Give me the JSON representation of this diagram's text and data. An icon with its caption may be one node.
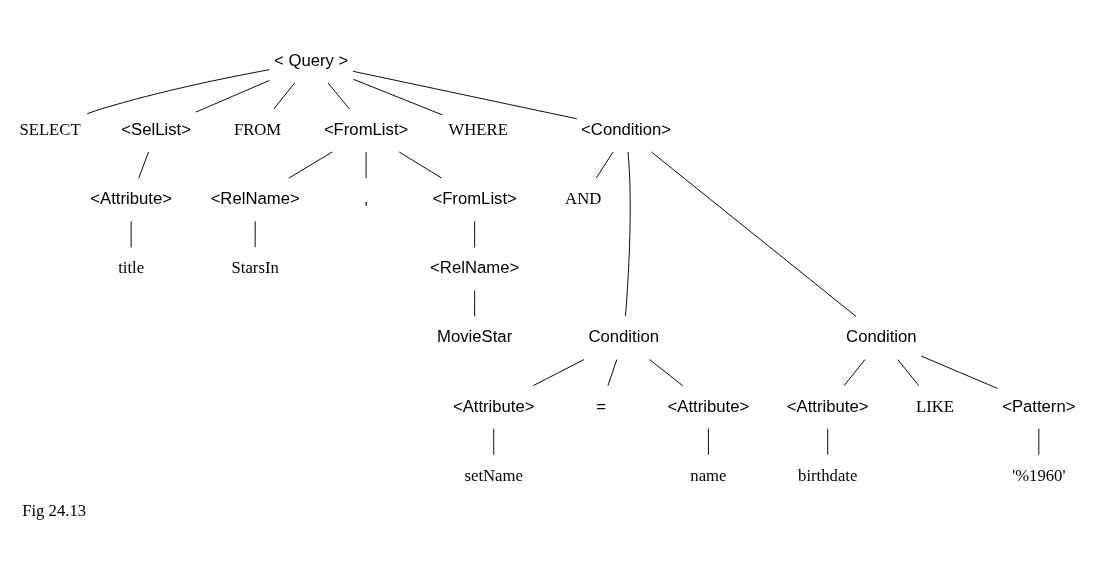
{
  "diagram": {
    "caption": "Fig 24.13",
    "nodes": [
      {
        "text": [
          "< Query >"
        ]
      },
      {
        "text": [
          "SELECT"
        ]
      },
      {
        "text": [
          "<SelList>"
        ]
      },
      {
        "text": [
          "FROM"
        ]
      },
      {
        "text": [
          "<FromList>"
        ]
      },
      {
        "text": [
          "WHERE"
        ]
      },
      {
        "text": [
          "<Condition>"
        ]
      },
      {
        "text": [
          "<Attribute>"
        ]
      },
      {
        "text": [
          "title"
        ]
      },
      {
        "text": [
          "<RelName>"
        ]
      },
      {
        "text": [
          ","
        ]
      },
      {
        "text": [
          "<FromList>"
        ]
      },
      {
        "text": [
          "StarsIn"
        ]
      },
      {
        "text": [
          "<RelName>"
        ]
      },
      {
        "text": [
          "MovieStar"
        ]
      },
      {
        "text": [
          "AND"
        ]
      },
      {
        "text": [
          "Condition"
        ]
      },
      {
        "text": [
          "Condition"
        ]
      },
      {
        "text": [
          "<Attribute>"
        ]
      },
      {
        "text": [
          "="
        ]
      },
      {
        "text": [
          "<Attribute>"
        ]
      },
      {
        "text": [
          "<Attribute>"
        ]
      },
      {
        "text": [
          "LIKE"
        ]
      },
      {
        "text": [
          "<Pattern>"
        ]
      },
      {
        "text": [
          "setName"
        ]
      },
      {
        "text": [
          "name"
        ]
      },
      {
        "text": [
          "birthdate"
        ]
      },
      {
        "text": [
          "'%1960'"
        ]
      }
    ],
    "edges": [
      {
        "from": 0,
        "to": 1,
        "arrow": "none"
      },
      {
        "from": 0,
        "to": 2,
        "arrow": "none"
      },
      {
        "from": 0,
        "to": 3,
        "arrow": "none"
      },
      {
        "from": 0,
        "to": 4,
        "arrow": "none"
      },
      {
        "from": 0,
        "to": 5,
        "arrow": "none"
      },
      {
        "from": 0,
        "to": 6,
        "arrow": "none"
      },
      {
        "from": 2,
        "to": 7,
        "arrow": "none"
      },
      {
        "from": 7,
        "to": 8,
        "arrow": "none"
      },
      {
        "from": 4,
        "to": 9,
        "arrow": "none"
      },
      {
        "from": 4,
        "to": 10,
        "arrow": "none"
      },
      {
        "from": 4,
        "to": 11,
        "arrow": "none"
      },
      {
        "from": 9,
        "to": 12,
        "arrow": "none"
      },
      {
        "from": 11,
        "to": 13,
        "arrow": "none"
      },
      {
        "from": 13,
        "to": 14,
        "arrow": "none"
      },
      {
        "from": 6,
        "to": 15,
        "arrow": "none"
      },
      {
        "from": 6,
        "to": 16,
        "arrow": "none"
      },
      {
        "from": 6,
        "to": 17,
        "arrow": "none"
      },
      {
        "from": 16,
        "to": 18,
        "arrow": "none"
      },
      {
        "from": 16,
        "to": 19,
        "arrow": "none"
      },
      {
        "from": 16,
        "to": 20,
        "arrow": "none"
      },
      {
        "from": 18,
        "to": 24,
        "arrow": "none"
      },
      {
        "from": 20,
        "to": 25,
        "arrow": "none"
      },
      {
        "from": 17,
        "to": 21,
        "arrow": "none"
      },
      {
        "from": 17,
        "to": 22,
        "arrow": "none"
      },
      {
        "from": 17,
        "to": 23,
        "arrow": "none"
      },
      {
        "from": 21,
        "to": 26,
        "arrow": "none"
      },
      {
        "from": 23,
        "to": 27,
        "arrow": "none"
      }
    ]
  }
}
